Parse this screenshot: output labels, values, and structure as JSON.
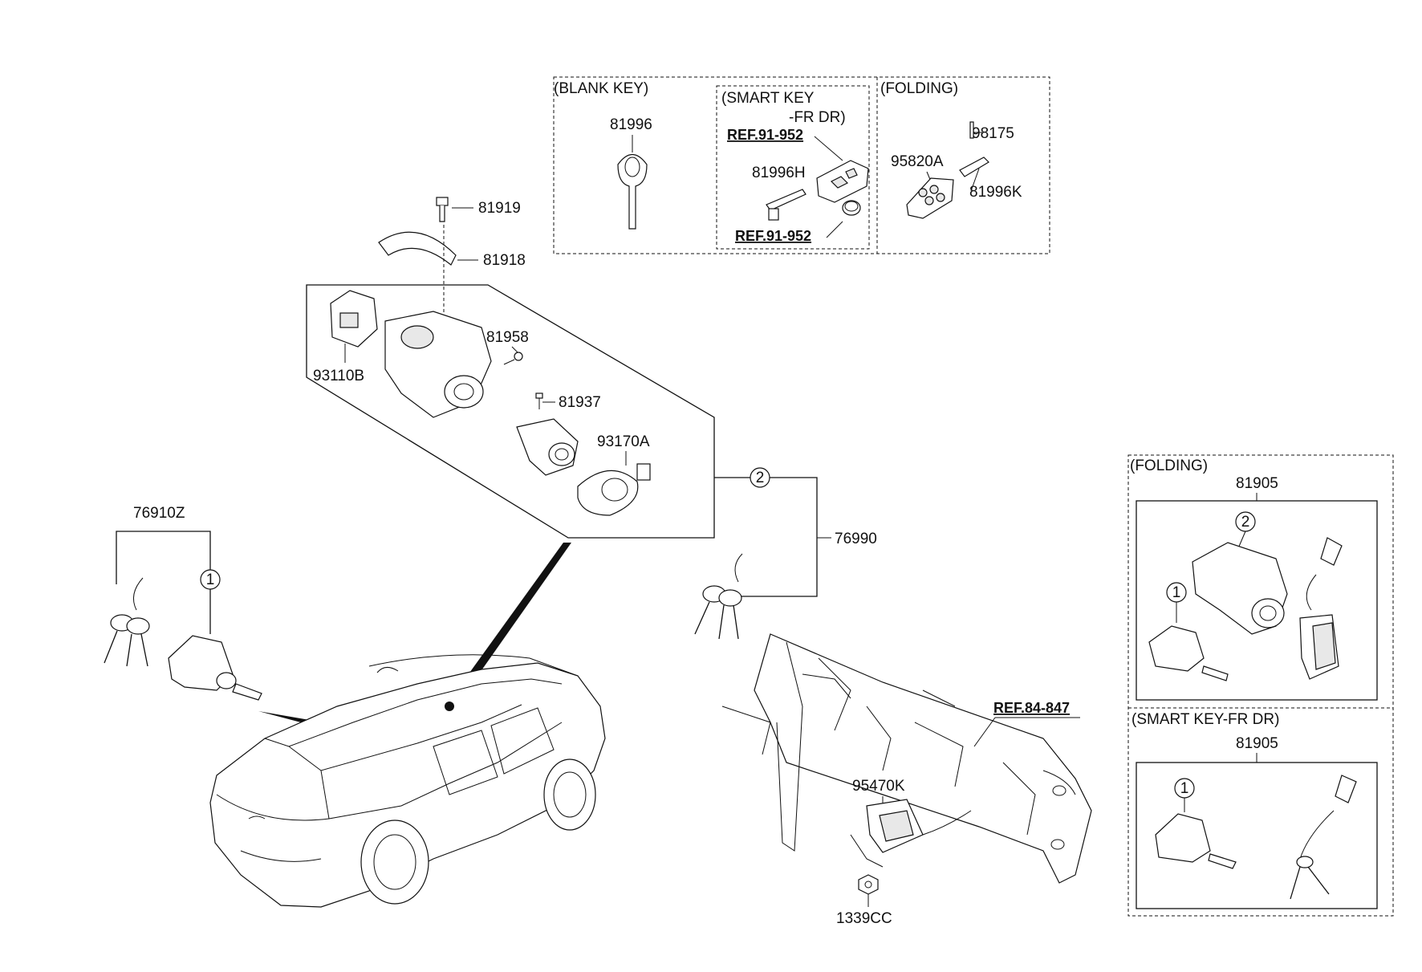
{
  "boxes": {
    "blank_key": "(BLANK KEY)",
    "smart_key_line1": "(SMART KEY",
    "smart_key_line2": "-FR DR)",
    "folding_top": "(FOLDING)",
    "folding_side": "(FOLDING)",
    "smart_key_side": "(SMART KEY-FR DR)"
  },
  "parts": {
    "p81996": "81996",
    "p81996H": "81996H",
    "p95820A": "95820A",
    "p98175": "98175",
    "p81996K": "81996K",
    "p81919": "81919",
    "p81918": "81918",
    "p81958": "81958",
    "p93110B": "93110B",
    "p81937": "81937",
    "p93170A": "93170A",
    "p76910Z": "76910Z",
    "p76990": "76990",
    "p95470K": "95470K",
    "p1339CC": "1339CC",
    "p81905_folding": "81905",
    "p81905_smart": "81905"
  },
  "refs": {
    "ref1": "REF.91-952",
    "ref2": "REF.91-952",
    "ref3": "REF.84-847"
  },
  "callouts": {
    "c1": "1",
    "c2": "2",
    "c3": "2",
    "c4": "1",
    "c5": "1"
  }
}
